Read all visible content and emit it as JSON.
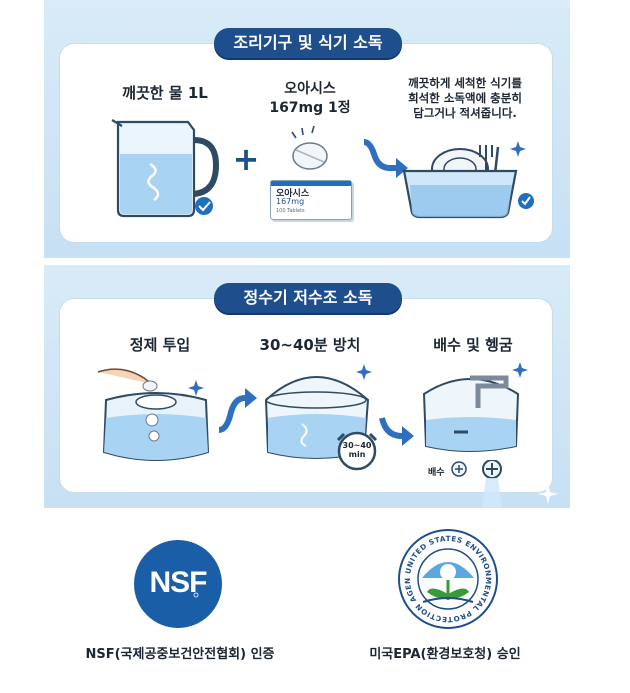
{
  "section1": {
    "title": "조리기구 및 식기 소독",
    "water_label": "깨끗한 물 1L",
    "plus_symbol": "+",
    "tablet_label_line1": "오아시스",
    "tablet_label_line2": "167mg 1정",
    "box_brand": "오아시스",
    "box_dose": "167mg",
    "box_count": "100 Tablets",
    "instruction_line1": "깨끗하게 세척한 식기를",
    "instruction_line2": "희석한 소독액에 충분히",
    "instruction_line3": "담그거나 적셔줍니다."
  },
  "section2": {
    "title": "정수기 저수조 소독",
    "step1_label": "정제 투입",
    "step2_label": "30~40분 방치",
    "step3_label": "배수 및 헹굼",
    "clock_text_line1": "30~40",
    "clock_text_line2": "min",
    "drain_label": "배수"
  },
  "certifications": {
    "nsf_logo_text": "NSF",
    "nsf_caption": "NSF(국제공중보건안전협회) 인증",
    "epa_ring_text": "UNITED STATES ENVIRONMENTAL PROTECTION AGENCY",
    "epa_caption": "미국EPA(환경보호청) 승인"
  },
  "colors": {
    "title_pill": "#1f4e8c",
    "band_bg": "#d3e7f6",
    "water_blue": "#a9d3f2",
    "nsf_blue": "#1a5ea8",
    "epa_blue": "#1f4e8c",
    "epa_green": "#3a9a3a"
  }
}
